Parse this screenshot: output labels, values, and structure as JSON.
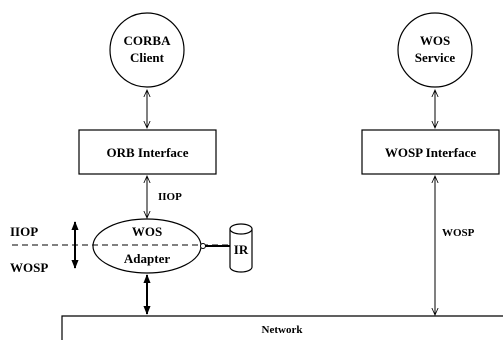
{
  "nodes": {
    "corba_client": {
      "line1": "CORBA",
      "line2": "Client"
    },
    "wos_service": {
      "line1": "WOS",
      "line2": "Service"
    },
    "orb_interface": {
      "label": "ORB Interface"
    },
    "wosp_interface": {
      "label": "WOSP Interface"
    },
    "wos_adapter": {
      "line1": "WOS",
      "line2": "Adapter"
    },
    "ir": {
      "label": "IR"
    },
    "network": {
      "label": "Network"
    }
  },
  "labels": {
    "iiop_link": "IIOP",
    "wosp_link": "WOSP",
    "boundary_upper": "IIOP",
    "boundary_lower": "WOSP"
  }
}
